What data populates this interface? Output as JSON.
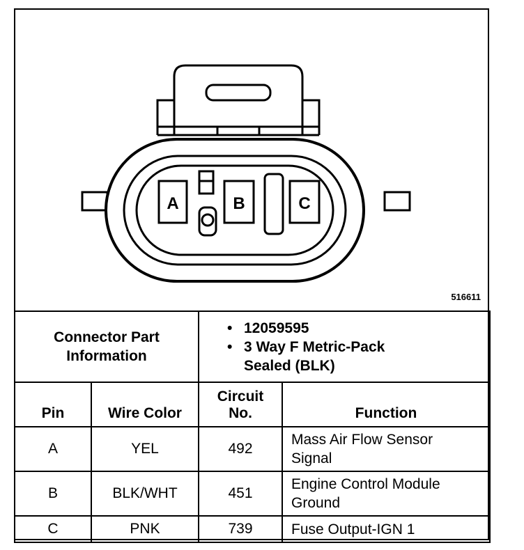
{
  "diagram": {
    "pins": [
      "A",
      "B",
      "C"
    ],
    "reference_id": "516611"
  },
  "connector_info": {
    "label_line1": "Connector Part",
    "label_line2": "Information",
    "part_number": "12059595",
    "description_line1": "3 Way F Metric-Pack",
    "description_line2": "Sealed (BLK)"
  },
  "table": {
    "headers": {
      "pin": "Pin",
      "wire_color": "Wire Color",
      "circuit_line1": "Circuit",
      "circuit_line2": "No.",
      "function": "Function"
    },
    "rows": [
      {
        "pin": "A",
        "wire_color": "YEL",
        "circuit": "492",
        "function_line1": "Mass Air Flow Sensor",
        "function_line2": "Signal"
      },
      {
        "pin": "B",
        "wire_color": "BLK/WHT",
        "circuit": "451",
        "function_line1": "Engine Control Module",
        "function_line2": "Ground"
      },
      {
        "pin": "C",
        "wire_color": "PNK",
        "circuit": "739",
        "function_line1": "Fuse Output-IGN 1",
        "function_line2": ""
      }
    ]
  }
}
